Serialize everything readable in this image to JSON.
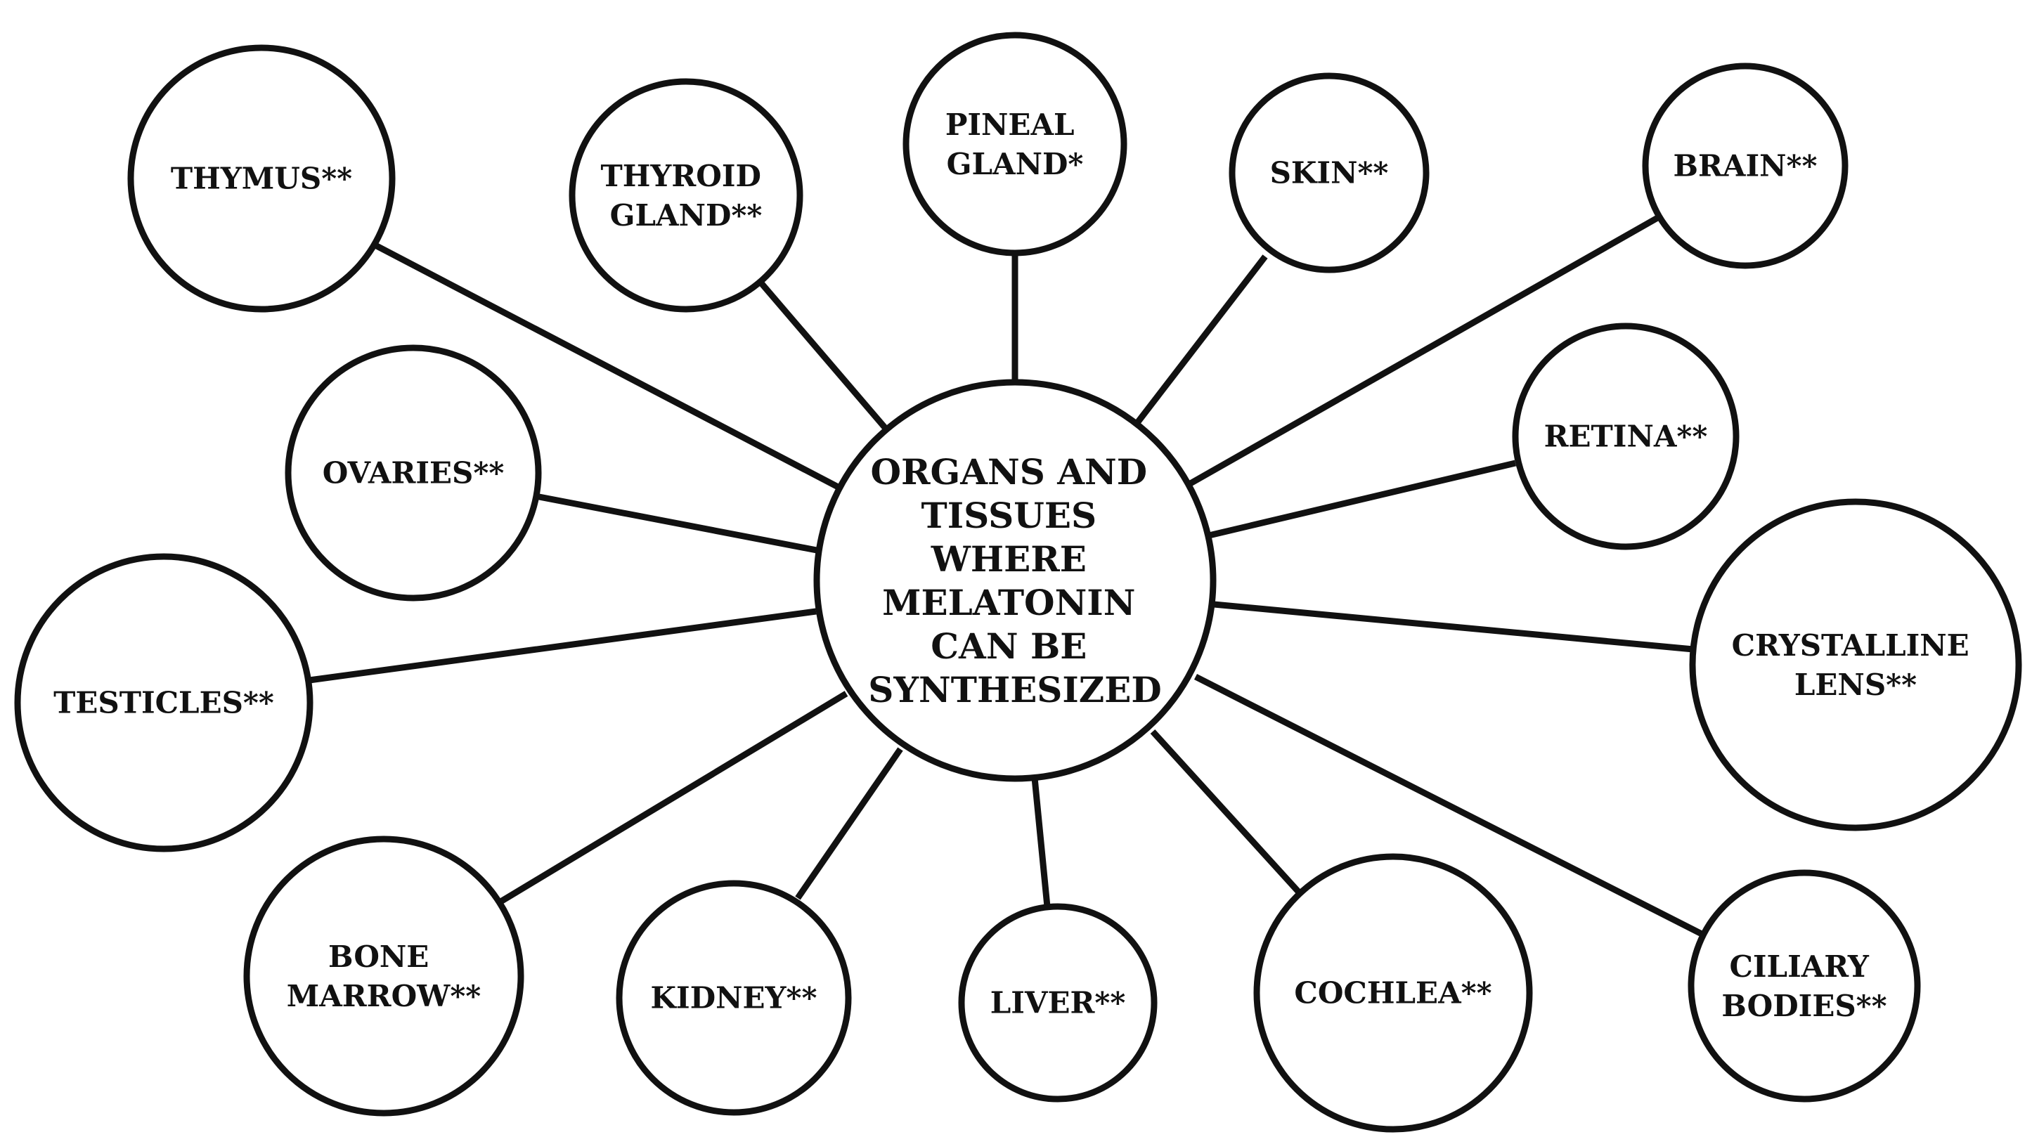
{
  "diagram": {
    "center": {
      "lines": [
        "ORGANS  AND",
        "TISSUES",
        "WHERE",
        "MELATONIN",
        "CAN  BE",
        "SYNTHESIZED"
      ]
    },
    "nodes": [
      {
        "id": "thymus",
        "lines": [
          "THYMUS**"
        ]
      },
      {
        "id": "thyroid-gland",
        "lines": [
          "THYROID",
          "GLAND**"
        ]
      },
      {
        "id": "pineal-gland",
        "lines": [
          "PINEAL",
          "GLAND*"
        ]
      },
      {
        "id": "skin",
        "lines": [
          "SKIN**"
        ]
      },
      {
        "id": "brain",
        "lines": [
          "BRAIN**"
        ]
      },
      {
        "id": "ovaries",
        "lines": [
          "OVARIES**"
        ]
      },
      {
        "id": "retina",
        "lines": [
          "RETINA**"
        ]
      },
      {
        "id": "testicles",
        "lines": [
          "TESTICLES**"
        ]
      },
      {
        "id": "crystalline-lens",
        "lines": [
          "CRYSTALLINE",
          "LENS**"
        ]
      },
      {
        "id": "bone-marrow",
        "lines": [
          "BONE",
          "MARROW**"
        ]
      },
      {
        "id": "kidney",
        "lines": [
          "KIDNEY**"
        ]
      },
      {
        "id": "liver",
        "lines": [
          "LIVER**"
        ]
      },
      {
        "id": "cochlea",
        "lines": [
          "COCHLEA**"
        ]
      },
      {
        "id": "ciliary-bodies",
        "lines": [
          "CILIARY",
          "BODIES**"
        ]
      }
    ],
    "colors": {
      "stroke": "#111111",
      "fill": "#ffffff",
      "text": "#111111"
    }
  }
}
